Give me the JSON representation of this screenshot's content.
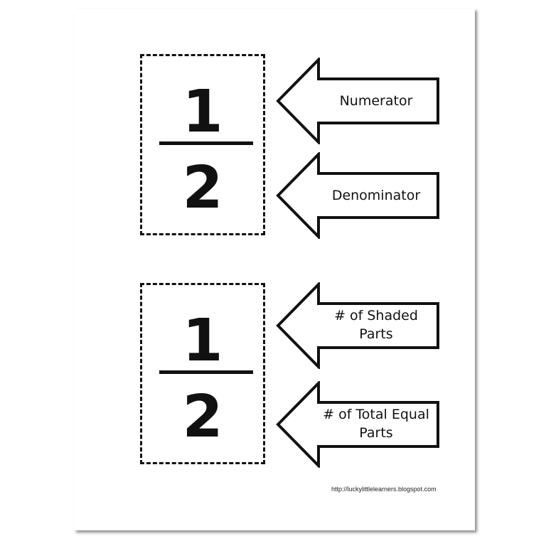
{
  "worksheet": {
    "fraction_cards": [
      {
        "numerator": "1",
        "denominator": "2",
        "labels": {
          "top": "Numerator",
          "bottom": "Denominator"
        }
      },
      {
        "numerator": "1",
        "denominator": "2",
        "labels": {
          "top_line1": "# of Shaded",
          "top_line2": "Parts",
          "bottom_line1": "# of Total Equal",
          "bottom_line2": "Parts"
        }
      }
    ],
    "footer_url": "http://luckylittlelearners.blogspot.com"
  }
}
